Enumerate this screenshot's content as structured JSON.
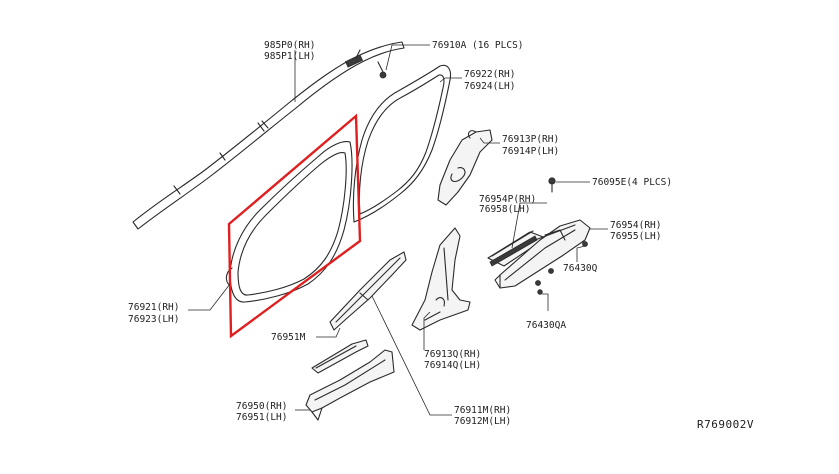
{
  "labels": {
    "l_985p0": "985P0(RH)",
    "l_985p1": "985P1(LH)",
    "l_76910a": "76910A (16 PLCS)",
    "l_76922": "76922(RH)",
    "l_76924": "76924(LH)",
    "l_76913p": "76913P(RH)",
    "l_76914p": "76914P(LH)",
    "l_76095e": "76095E(4 PLCS)",
    "l_76954p": "76954P(RH)",
    "l_76958": "76958(LH)",
    "l_76954": "76954(RH)",
    "l_76955": "76955(LH)",
    "l_76430q": "76430Q",
    "l_76430qa": "76430QA",
    "l_76921": "76921(RH)",
    "l_76923": "76923(LH)",
    "l_76951m": "76951M",
    "l_76913q": "76913Q(RH)",
    "l_76914q": "76914Q(LH)",
    "l_76950": "76950(RH)",
    "l_76951": "76951(LH)",
    "l_76911m": "76911M(RH)",
    "l_76912m": "76912M(LH)"
  },
  "reference": "R769002V",
  "colors": {
    "highlight": "#e02020",
    "line": "#2a2a2a",
    "text": "#1e1e1e"
  }
}
